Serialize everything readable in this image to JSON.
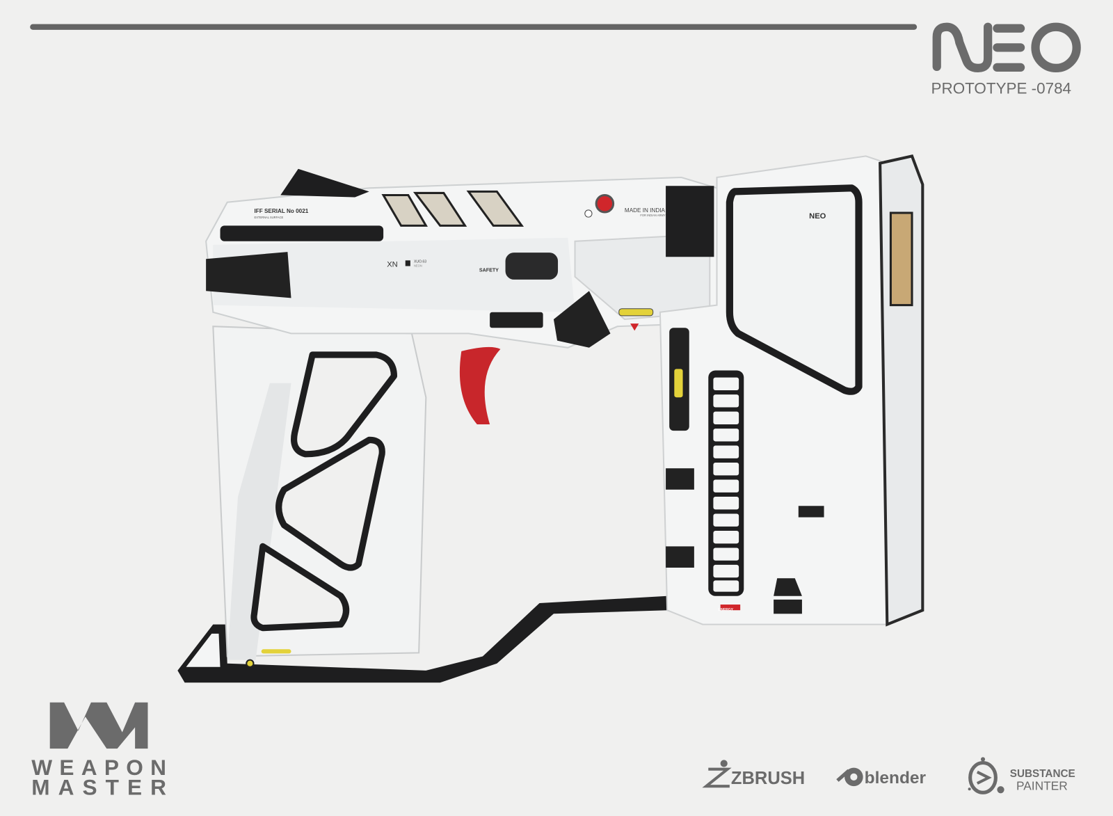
{
  "header": {
    "brand": "NEO",
    "subtitle": "PROTOTYPE -0784"
  },
  "weapon_markings": {
    "serial": "IFF  SERIAL  No 0021",
    "serial_sub": "EXTERNAL SURFACE",
    "model": "XN",
    "model_code": "XUO.63",
    "model_sub": "NEON",
    "safety": "SAFETY",
    "origin": "MADE IN INDIA",
    "origin_sub": "FOR INDIAN ARMY",
    "panel_logo": "NEO",
    "energy": "ENERGY"
  },
  "footer": {
    "studio_logo_line1": "WEAPON",
    "studio_logo_line2": "MASTER",
    "tools": [
      {
        "name": "ZBRUSH",
        "icon": "zbrush-logo-icon"
      },
      {
        "name": "blender",
        "icon": "blender-logo-icon"
      },
      {
        "name_line1": "SUBSTANCE",
        "name_line2": "PAINTER",
        "icon": "substance-painter-logo-icon"
      }
    ]
  },
  "colors": {
    "background": "#f0f0ef",
    "logo_gray": "#6b6b6b",
    "body_white": "#f4f5f5",
    "accent_red": "#d0262b",
    "accent_yellow": "#e3d23a",
    "dark": "#1e1e1f"
  }
}
